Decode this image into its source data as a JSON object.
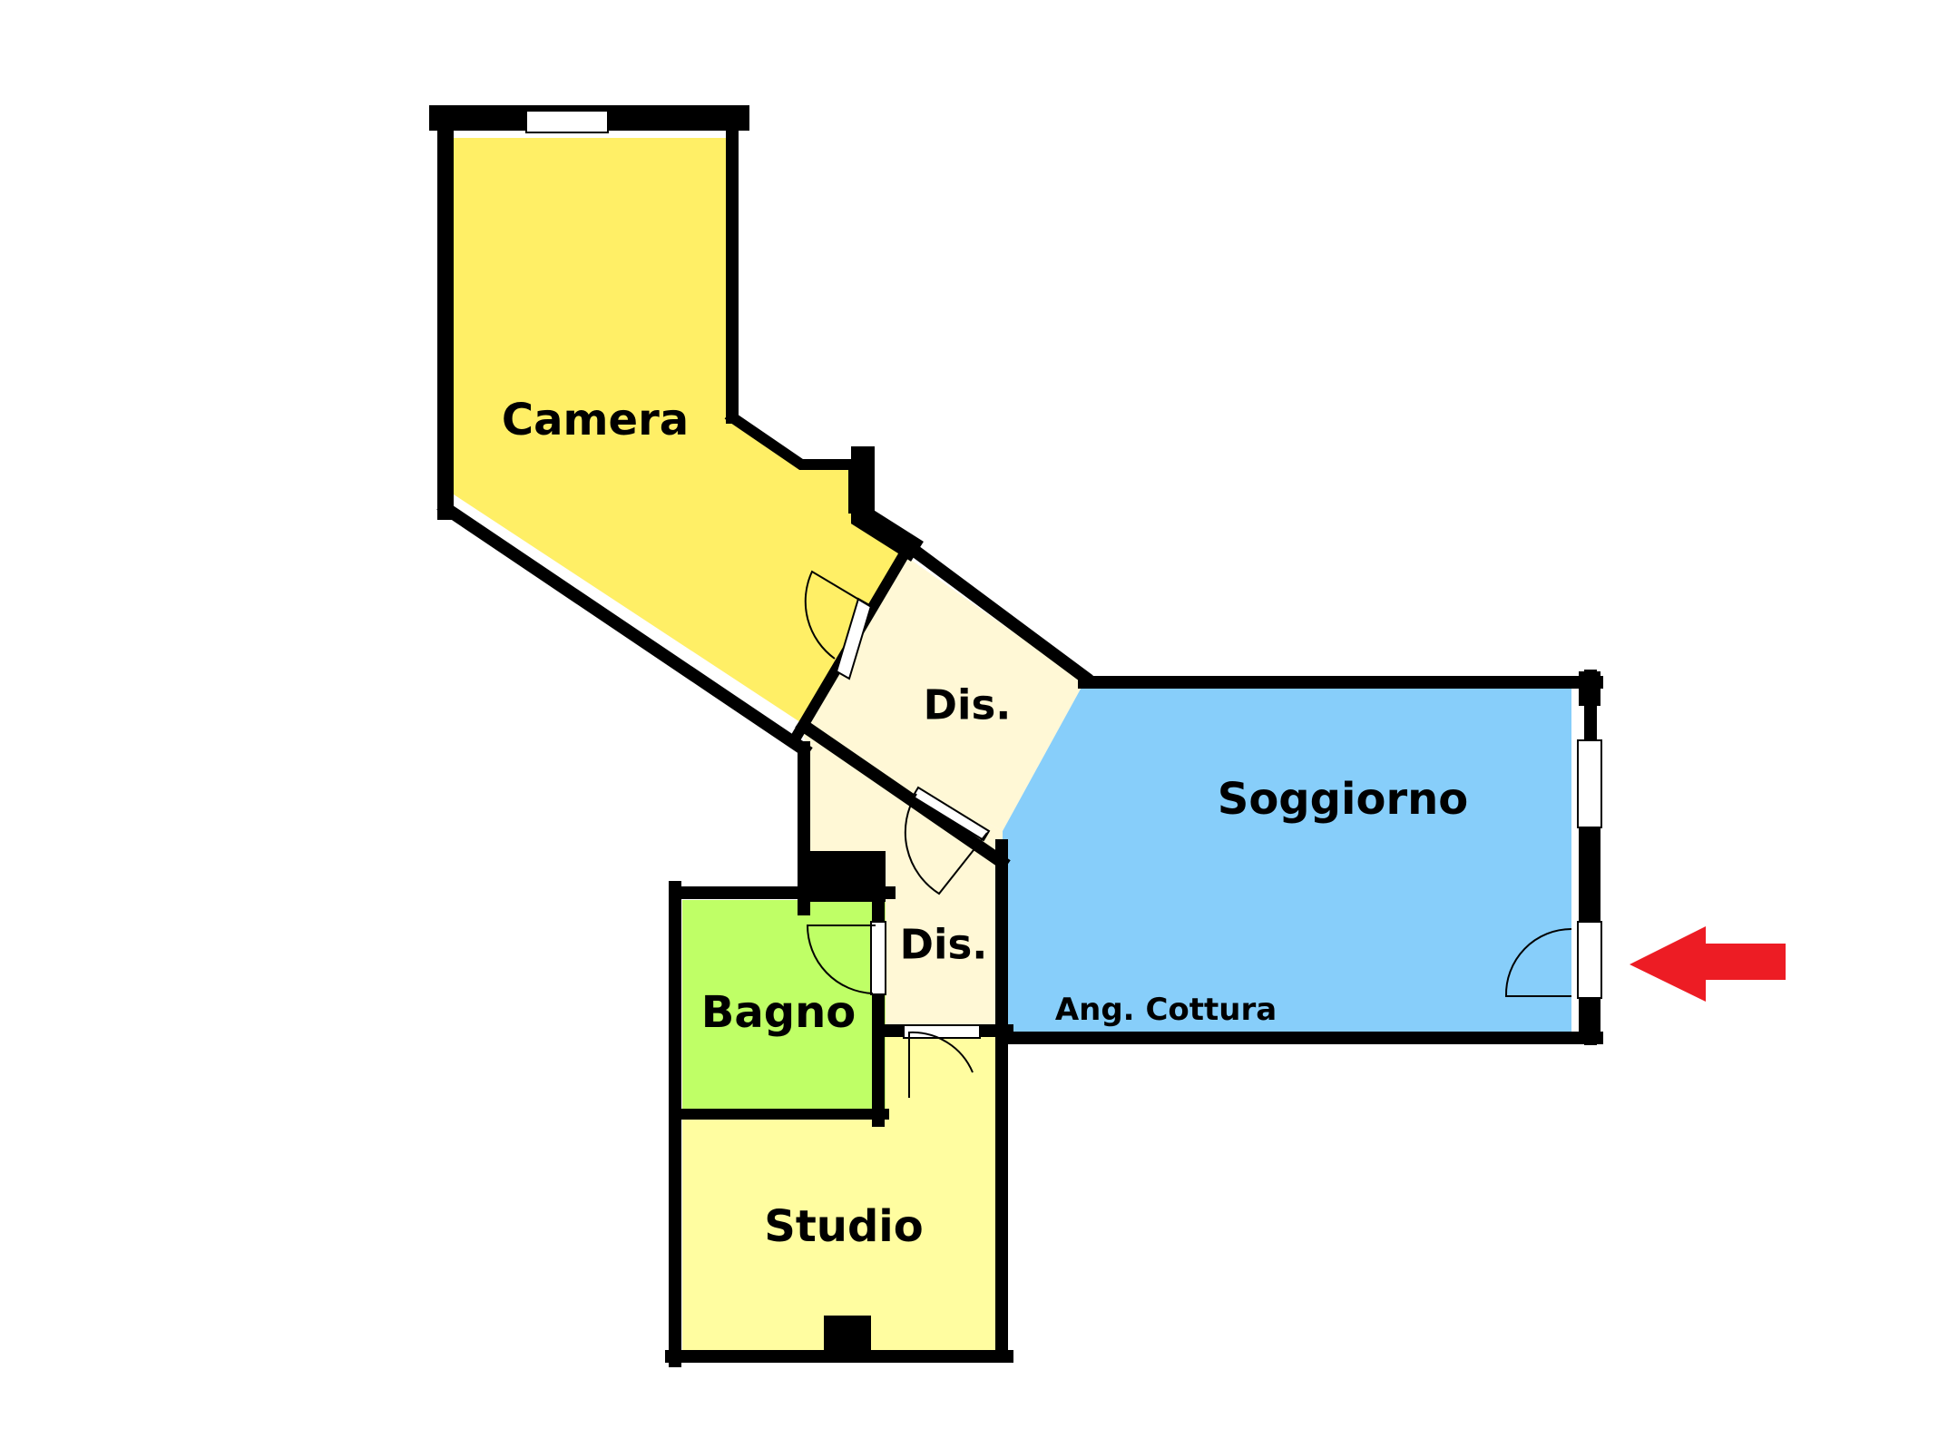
{
  "rooms": {
    "camera": {
      "label": "Camera",
      "fill": "#FFEF66"
    },
    "dis_upper": {
      "label": "Dis.",
      "fill": "#FFF8D6"
    },
    "dis_lower": {
      "label": "Dis.",
      "fill": "#FFF8D6"
    },
    "soggiorno": {
      "label": "Soggiorno",
      "fill": "#87CEFA"
    },
    "cottura": {
      "label": "Ang. Cottura"
    },
    "bagno": {
      "label": "Bagno",
      "fill": "#BFFF66"
    },
    "studio": {
      "label": "Studio",
      "fill": "#FFFDA0"
    }
  },
  "colors": {
    "wall": "#000000",
    "window": "#ffffff",
    "entrance_arrow": "#ED1C24"
  },
  "icons": {
    "entrance": "arrow-left-icon"
  }
}
